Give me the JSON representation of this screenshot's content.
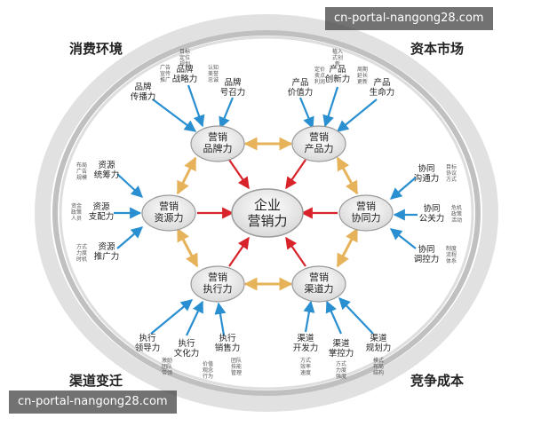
{
  "corners": {
    "top_left": "消费环境",
    "top_right": "资本市场",
    "bottom_left": "渠道变迁",
    "bottom_right": "竞争成本"
  },
  "center": [
    "企业",
    "营销力"
  ],
  "hex_nodes": {
    "brand": [
      "营销",
      "品牌力"
    ],
    "product": [
      "营销",
      "产品力"
    ],
    "resource": [
      "营销",
      "资源力"
    ],
    "synergy": [
      "营销",
      "协同力"
    ],
    "execute": [
      "营销",
      "执行力"
    ],
    "channel": [
      "营销",
      "渠道力"
    ]
  },
  "sub_labels": {
    "brand_spread": [
      "品牌",
      "传播力"
    ],
    "brand_strategy": [
      "品牌",
      "战略力"
    ],
    "brand_appeal": [
      "品牌",
      "号召力"
    ],
    "product_value": [
      "产品",
      "价值力"
    ],
    "product_innovate": [
      "产品",
      "创新力"
    ],
    "product_life": [
      "产品",
      "生命力"
    ],
    "resource_plan": [
      "资源",
      "统筹力"
    ],
    "resource_alloc": [
      "资源",
      "支配力"
    ],
    "resource_promote": [
      "资源",
      "推广力"
    ],
    "synergy_comm": [
      "协同",
      "沟通力"
    ],
    "synergy_public": [
      "协同",
      "公关力"
    ],
    "synergy_adjust": [
      "协同",
      "调控力"
    ],
    "execute_lead": [
      "执行",
      "领导力"
    ],
    "execute_culture": [
      "执行",
      "文化力"
    ],
    "execute_sales": [
      "执行",
      "销售力"
    ],
    "channel_develop": [
      "渠道",
      "开发力"
    ],
    "channel_control": [
      "渠道",
      "掌控力"
    ],
    "channel_plan": [
      "渠道",
      "规划力"
    ]
  },
  "small_notes": {
    "brand_spread": [
      "广告",
      "宣传",
      "推广"
    ],
    "brand_strategy": [
      "目标",
      "定位",
      "规划"
    ],
    "brand_appeal": [
      "认知",
      "美誉",
      "忠诚"
    ],
    "product_value": [
      "定价",
      "卖点",
      "利润"
    ],
    "product_innovate": [
      "植入",
      "式创",
      "新"
    ],
    "product_life": [
      "周期",
      "延长",
      "更新"
    ],
    "resource_plan": [
      "布局",
      "广告",
      "规模"
    ],
    "resource_alloc": [
      "资金",
      "政策",
      "人员"
    ],
    "resource_promote": [
      "方式",
      "力度",
      "时机"
    ],
    "synergy_comm": [
      "目标",
      "协议",
      "方式"
    ],
    "synergy_public": [
      "危机",
      "政策",
      "活动"
    ],
    "synergy_adjust": [
      "制度",
      "流程",
      "体系"
    ],
    "execute_lead": [
      "激励",
      "团队",
      "带领"
    ],
    "execute_culture": [
      "价值",
      "观念",
      "行为"
    ],
    "execute_sales": [
      "团队",
      "技能",
      "管理"
    ],
    "channel_develop": [
      "方式",
      "效率",
      "速度"
    ],
    "channel_control": [
      "方式",
      "力度",
      "强度"
    ],
    "channel_plan": [
      "模式",
      "布局",
      "结构"
    ]
  },
  "watermarks": {
    "top": "cn-portal-nangong28.com",
    "bottom": "cn-portal-nangong28.com"
  },
  "colors": {
    "blue_arrow": "#2a8fd0",
    "red_arrow": "#d8232a",
    "orange_arrow": "#e6b25a",
    "node_fill": "#f0f0f0",
    "node_stroke": "#9a9a9a",
    "ring": "#7a7a7a",
    "text": "#222222"
  }
}
